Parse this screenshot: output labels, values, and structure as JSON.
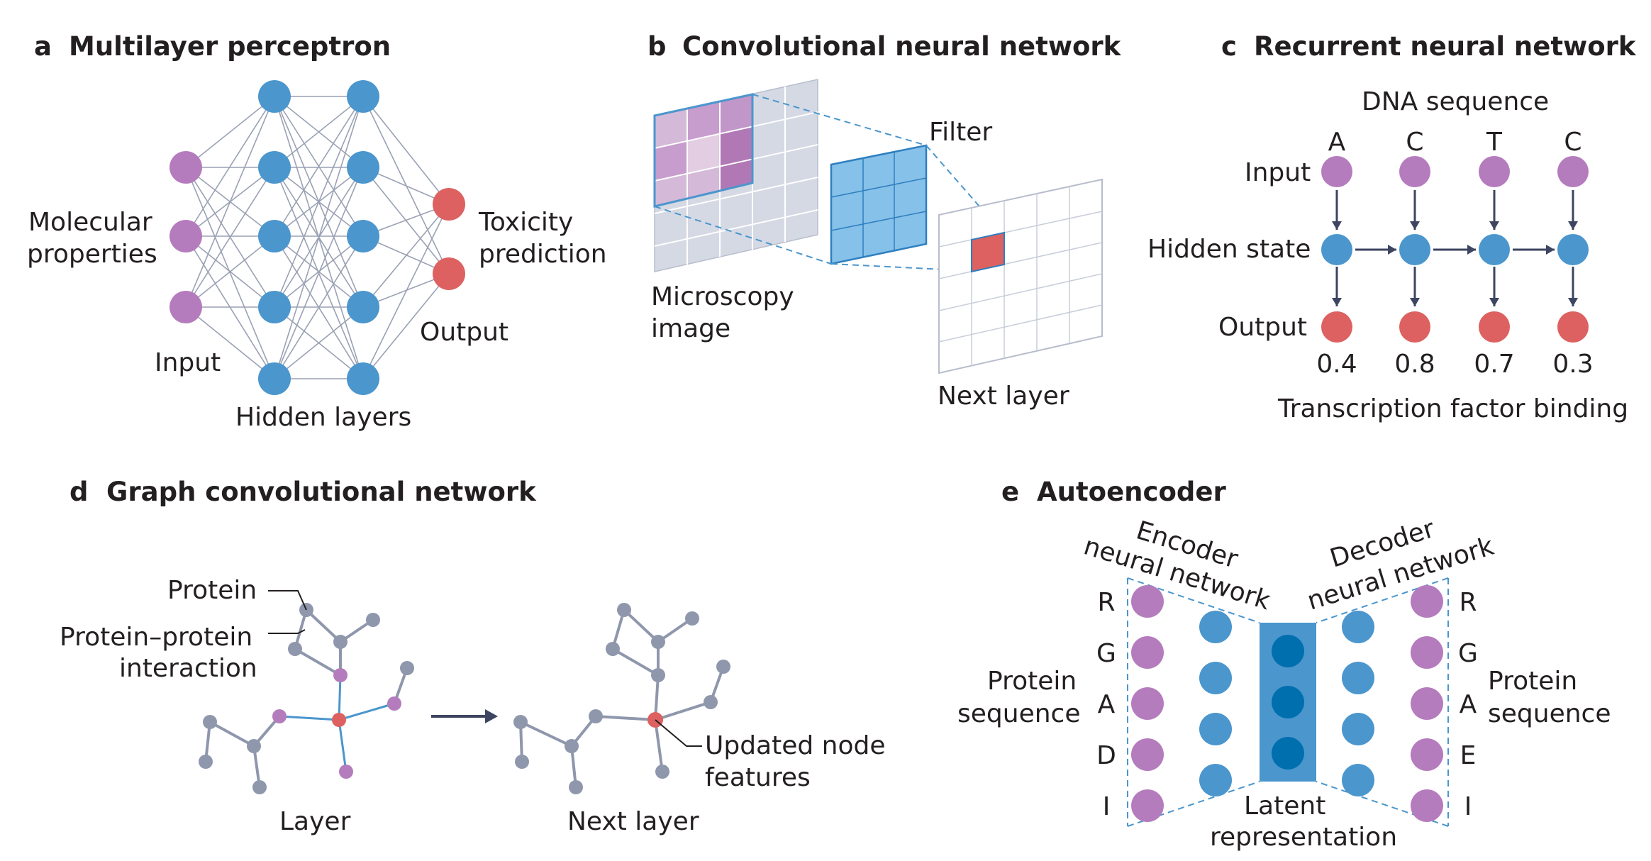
{
  "panels": {
    "a": {
      "letter": "a",
      "title": "Multilayer perceptron",
      "input_label_1": "Molecular",
      "input_label_2": "properties",
      "input": "Input",
      "hidden": "Hidden layers",
      "output_label_1": "Toxicity",
      "output_label_2": "prediction",
      "output": "Output"
    },
    "b": {
      "letter": "b",
      "title": "Convolutional neural network",
      "filter": "Filter",
      "image_1": "Microscopy",
      "image_2": "image",
      "next": "Next layer"
    },
    "c": {
      "letter": "c",
      "title": "Recurrent neural network",
      "dna": "DNA sequence",
      "bases": [
        "A",
        "C",
        "T",
        "C"
      ],
      "input": "Input",
      "hidden": "Hidden state",
      "output": "Output",
      "values": [
        "0.4",
        "0.8",
        "0.7",
        "0.3"
      ],
      "footer": "Transcription factor binding"
    },
    "d": {
      "letter": "d",
      "title": "Graph convolutional network",
      "protein": "Protein",
      "ppi_1": "Protein–protein",
      "ppi_2": "interaction",
      "layer": "Layer",
      "next": "Next layer",
      "updated_1": "Updated node",
      "updated_2": "features"
    },
    "e": {
      "letter": "e",
      "title": "Autoencoder",
      "encoder_1": "Encoder",
      "encoder_2": "neural network",
      "decoder_1": "Decoder",
      "decoder_2": "neural network",
      "protein_1": "Protein",
      "protein_2": "sequence",
      "latent_1": "Latent",
      "latent_2": "representation",
      "left_seq": [
        "R",
        "G",
        "A",
        "D",
        "I"
      ],
      "right_seq": [
        "R",
        "G",
        "A",
        "E",
        "I"
      ]
    }
  },
  "colors": {
    "purple": "#b57cbd",
    "blue": "#4b96cd",
    "dark_blue": "#006fae",
    "red": "#dd6160",
    "gray": "#8f97ac",
    "edge": "#9aa1b4"
  }
}
